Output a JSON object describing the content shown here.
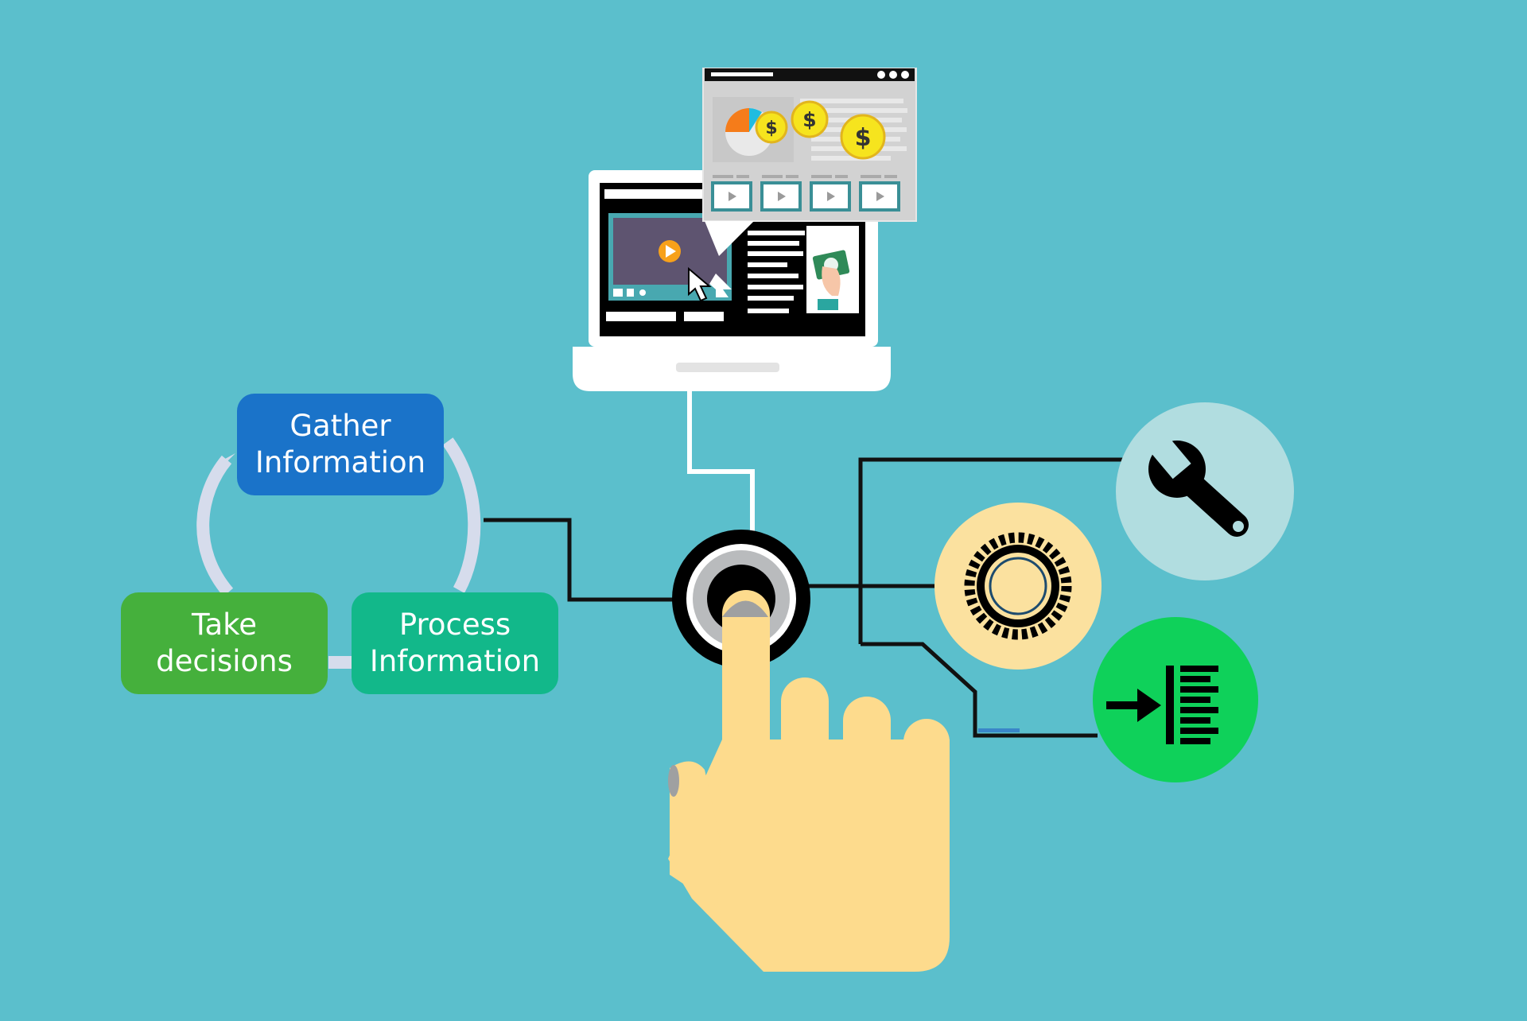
{
  "cycle": {
    "steps": [
      {
        "id": "gather",
        "label": "Gather\nInformation",
        "color": "#1a73c9"
      },
      {
        "id": "decide",
        "label": "Take\ndecisions",
        "color": "#45b03c"
      },
      {
        "id": "process",
        "label": "Process\nInformation",
        "color": "#12b88a"
      }
    ],
    "arrow_color": "#d6dcec"
  },
  "colors": {
    "background": "#5bbfcc",
    "hand": "#fddb8d",
    "wire": "#111111",
    "wrench_circle": "#b1dde0",
    "gear_circle": "#fbe19f",
    "arrow_circle": "#0fd15a",
    "coin": "#f6e41e",
    "video_panel": "#5e5470",
    "play_button": "#f7a11a"
  },
  "icons": [
    "laptop-icon",
    "browser-window-icon",
    "pie-chart-icon",
    "coin-icon",
    "play-icon",
    "mouse-cursor-icon",
    "money-hand-icon",
    "power-button-icon",
    "pointing-hand-icon",
    "wrench-icon",
    "gear-icon",
    "indent-arrow-icon"
  ]
}
